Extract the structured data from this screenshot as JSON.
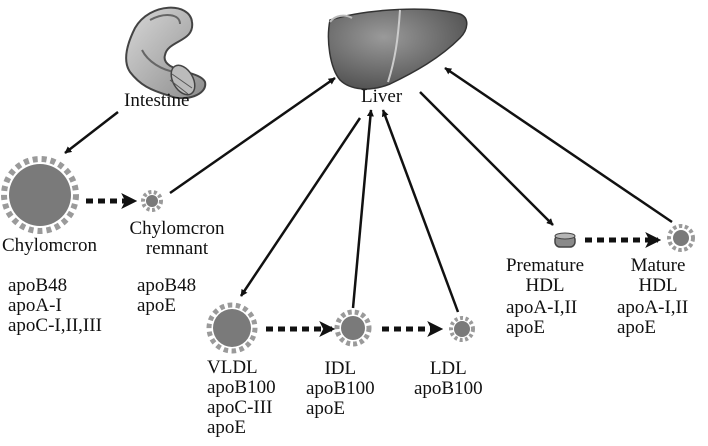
{
  "labels": {
    "intestine": "Intestine",
    "liver": "Liver",
    "chylomicron": "Chylomcron",
    "chylomicron_apos": [
      "apoB48",
      "apoA-I",
      "apoC-I,II,III"
    ],
    "remnant_name": [
      "Chylomcron",
      "remnant"
    ],
    "remnant_apos": [
      "apoB48",
      "apoE"
    ],
    "vldl": [
      "VLDL",
      "apoB100",
      "apoC-III",
      "apoE"
    ],
    "idl": [
      "IDL",
      "apoB100",
      "apoE"
    ],
    "ldl": [
      "LDL",
      "apoB100"
    ],
    "premature_hdl": [
      "Premature",
      "HDL",
      "apoA-I,II",
      "apoE"
    ],
    "mature_hdl": [
      "Mature",
      "HDL",
      "apoA-I,II",
      "apoE"
    ]
  },
  "colors": {
    "particle_fill": "#7a7a7a",
    "particle_shell": "#9a9a9a",
    "arrow": "#111111",
    "organ": "#6b6b6b"
  }
}
